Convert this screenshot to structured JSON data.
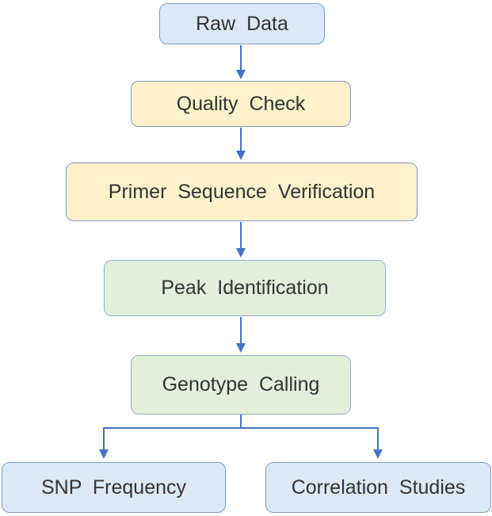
{
  "diagram_type": "flowchart",
  "colors": {
    "arrow": "#4472C4",
    "text": "#333333",
    "background": "#FFFFFF",
    "fill_blue": "#DBE8F6",
    "fill_yellow": "#FDF2CC",
    "fill_green": "#E3EFDA",
    "border_blue": "#7F9DC9",
    "border_yellow": "#8498BC",
    "border_green": "#8FAFD4"
  },
  "nodes": [
    {
      "id": "raw-data",
      "label": "Raw Data",
      "fill": "#DBE8F6",
      "border": "#7F9DC9"
    },
    {
      "id": "quality-check",
      "label": "Quality Check",
      "fill": "#FDF2CC",
      "border": "#8498BC"
    },
    {
      "id": "primer-verification",
      "label": "Primer Sequence Verification",
      "fill": "#FDF2CC",
      "border": "#8498BC"
    },
    {
      "id": "peak-identification",
      "label": "Peak Identification",
      "fill": "#E3EFDA",
      "border": "#8FAFD4"
    },
    {
      "id": "genotype-calling",
      "label": "Genotype Calling",
      "fill": "#E3EFDA",
      "border": "#8FAFD4"
    },
    {
      "id": "snp-frequency",
      "label": "SNP Frequency",
      "fill": "#DBE8F6",
      "border": "#7F9DC9"
    },
    {
      "id": "correlation-studies",
      "label": "Correlation Studies",
      "fill": "#DBE8F6",
      "border": "#7F9DC9"
    }
  ],
  "edges": [
    {
      "from": "Raw Data",
      "to": "Quality Check"
    },
    {
      "from": "Quality Check",
      "to": "Primer Sequence Verification"
    },
    {
      "from": "Primer Sequence Verification",
      "to": "Peak Identification"
    },
    {
      "from": "Peak Identification",
      "to": "Genotype Calling"
    },
    {
      "from": "Genotype Calling",
      "to": "SNP Frequency"
    },
    {
      "from": "Genotype Calling",
      "to": "Correlation Studies"
    }
  ]
}
